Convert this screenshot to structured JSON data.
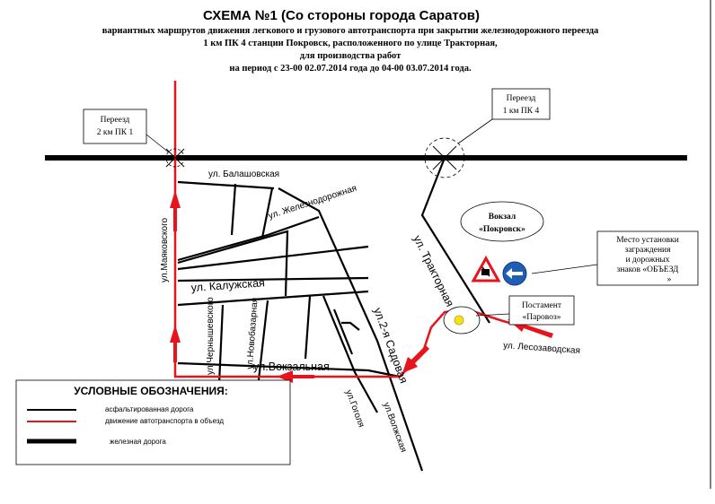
{
  "title": "СХЕМА №1 (Со стороны города Саратов)",
  "subtitle_lines": [
    "вариантных маршрутов движения легкового и грузового автотранспорта при закрытии железнодорожного переезда",
    "1 км ПК 4 станции Покровск, расположенного по улице Тракторная,",
    "для производства работ",
    "на период с 23-00 02.07.2014 года до 04-00 03.07.2014 года."
  ],
  "crossing_left": [
    "Переезд",
    "2 км ПК 1"
  ],
  "crossing_right": [
    "Переезд",
    "1 км ПК 4"
  ],
  "station": [
    "Вокзал",
    "«Покровск»"
  ],
  "signs_note": [
    "Место установки",
    "заграждения",
    "и дорожных",
    "знаков «ОБЪЕЗД",
    "»"
  ],
  "monument": [
    "Постамент",
    "«Паровоз»"
  ],
  "streets": {
    "balashovskaya": "ул. Балашовская",
    "zheleznodorozhnaya": "ул. Железнодорожная",
    "mayakovskogo": "ул.Маяковского",
    "kaluzhskaya": "ул. Калужская",
    "traktornaya": "ул. Тракторная",
    "sadovaya": "ул.2-я Садовая",
    "chernyshevskogo": "ул.Чернышевского",
    "novobazarnaya": "ул.Новобазарная",
    "vokzalnaya": "ул.Вокзальная",
    "lesozavodskaya": "ул. Лесозаводская",
    "gogolya": "ул.Гоголя",
    "volzhskaya": "ул.Волжская"
  },
  "legend": {
    "title": "УСЛОВНЫЕ ОБОЗНАЧЕНИЯ:",
    "items": [
      {
        "label": "асфальтированная дорога",
        "color": "#000000"
      },
      {
        "label": "движение автотранспорта в объезд",
        "color": "#e8141b"
      },
      {
        "label": "железная дорога",
        "color": "#000000"
      }
    ]
  },
  "colors": {
    "road": "#000000",
    "detour": "#e8141b",
    "sign_blue": "#1e5fb4",
    "sign_red": "#e8141b",
    "marker_yellow": "#f5e020"
  }
}
